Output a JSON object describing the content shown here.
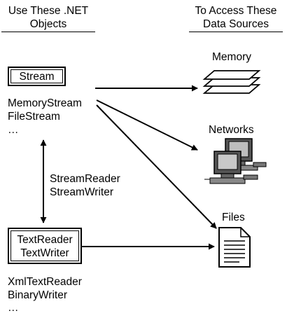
{
  "headers": {
    "left_line1": "Use These .NET",
    "left_line2": "Objects",
    "right_line1": "To Access These",
    "right_line2": "Data Sources"
  },
  "objects": {
    "stream": "Stream",
    "memory_stream": "MemoryStream",
    "file_stream": "FileStream",
    "ellipsis_top": "…",
    "stream_reader": "StreamReader",
    "stream_writer": "StreamWriter",
    "text_reader": "TextReader",
    "text_writer": "TextWriter",
    "xml_text_reader": "XmlTextReader",
    "binary_writer": "BinaryWriter",
    "ellipsis_bottom": "…"
  },
  "sources": {
    "memory": "Memory",
    "networks": "Networks",
    "files": "Files"
  },
  "icons": [
    "memory-stack-icon",
    "network-computers-icon",
    "file-document-icon"
  ]
}
